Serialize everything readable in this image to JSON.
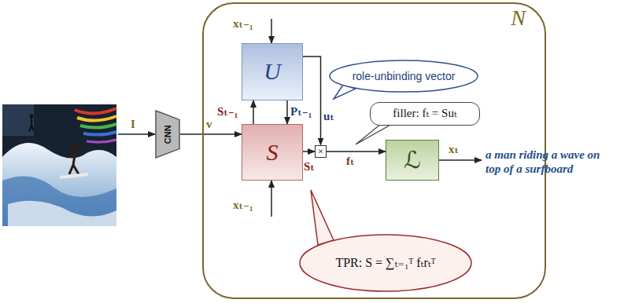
{
  "diagram": {
    "nodes": [
      {
        "text": [
          "CNN"
        ]
      },
      {
        "text": [
          "N"
        ]
      },
      {
        "text": [
          "U"
        ],
        "in": 1
      },
      {
        "text": [
          "S"
        ],
        "in": 1
      },
      {
        "text": [
          "×"
        ],
        "in": 1
      },
      {
        "text": [
          "ℒ"
        ],
        "in": 1
      },
      {
        "text": [
          "role-unbinding vector"
        ],
        "in": 1
      },
      {
        "text": [
          "filler: fₜ = Suₜ"
        ],
        "in": 1
      },
      {
        "text": [
          "TPR: S = ∑ₜ₌₁ᵀ fₜrₜᵀ"
        ],
        "in": 1
      }
    ],
    "edges": [
      {
        "from": 0,
        "to": 3,
        "label": "v",
        "arrow": "to"
      },
      {
        "from": 3,
        "to": 2,
        "label": "Sₜ₋₁",
        "arrow": "to"
      },
      {
        "from": 2,
        "to": 3,
        "label": "Pₜ₋₁",
        "arrow": "to"
      },
      {
        "from": 2,
        "to": 4,
        "label": "uₜ",
        "arrow": "to"
      },
      {
        "from": 3,
        "to": 4,
        "label": "Sₜ",
        "arrow": "to"
      },
      {
        "from": 4,
        "to": 5,
        "label": "fₜ",
        "arrow": "to"
      }
    ],
    "labels": [
      "I",
      "xₜ₋₁",
      "xₜ₋₁",
      "xₜ",
      "a man riding a wave on top of a surfboard"
    ]
  }
}
